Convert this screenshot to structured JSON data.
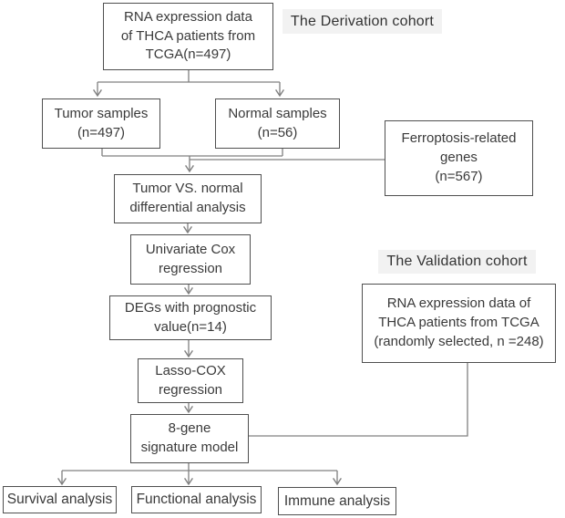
{
  "diagram": {
    "type": "flowchart",
    "labels": {
      "derivation_cohort": "The Derivation cohort",
      "validation_cohort": "The Validation cohort"
    },
    "nodes": {
      "rna_top": "RNA expression data\nof THCA patients from\nTCGA(n=497)",
      "tumor_samples": "Tumor samples\n(n=497)",
      "normal_samples": "Normal samples\n(n=56)",
      "ferroptosis_genes": "Ferroptosis-related\ngenes\n(n=567)",
      "differential_analysis": "Tumor VS. normal\ndifferential analysis",
      "univariate_cox": "Univariate Cox\nregression",
      "degs_prognostic": "DEGs with prognostic\nvalue(n=14)",
      "lasso_cox": "Lasso-COX\nregression",
      "signature_model": "8-gene\nsignature model",
      "rna_validation": "RNA expression data of\nTHCA patients from TCGA\n(randomly selected, n =248)",
      "survival_analysis": "Survival analysis",
      "functional_analysis": "Functional analysis",
      "immune_analysis": "Immune analysis"
    },
    "colors": {
      "background": "#ffffff",
      "box_border": "#4f4f4f",
      "connector_line": "#808080",
      "text": "#3a3a3a",
      "cohort_label_background": "#f2f2f2"
    }
  }
}
